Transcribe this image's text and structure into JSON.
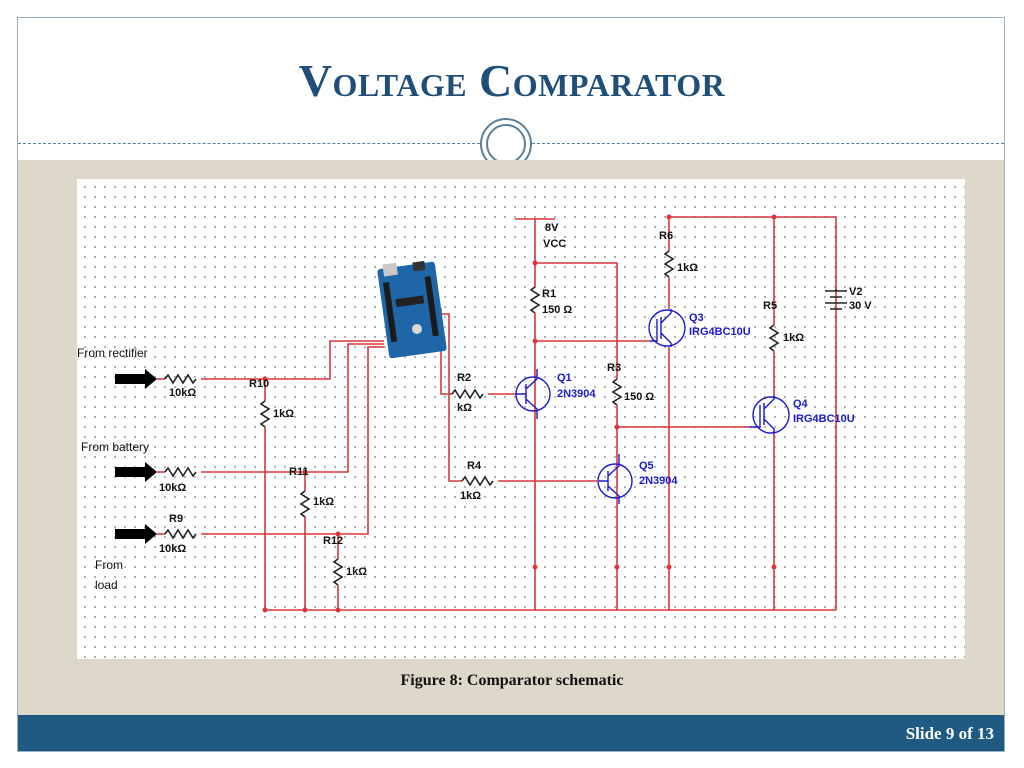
{
  "slide": {
    "title": "Voltage Comparator",
    "caption": "Figure 8: Comparator schematic",
    "slide_number": "Slide 9 of 13",
    "colors": {
      "title": "#1f4e79",
      "footer": "#1f5a82",
      "wire": "#d9363e",
      "component_label": "#1a1acc"
    }
  },
  "schematic": {
    "inputs": {
      "rectifier": "From rectifier",
      "battery": "From battery",
      "load_line1": "From",
      "load_line2": "load"
    },
    "supply": {
      "voltage": "8V",
      "name": "VCC"
    },
    "battery_source": {
      "name": "V2",
      "value": "30 V"
    },
    "resistors": {
      "r_in1": "10kΩ",
      "r_in2": "10kΩ",
      "r9_name": "R9",
      "r9_value": "10kΩ",
      "r10_name": "R10",
      "r10_value": "1kΩ",
      "r11_name": "R11",
      "r11_value": "1kΩ",
      "r12_name": "R12",
      "r12_value": "1kΩ",
      "r1_name": "R1",
      "r1_value": "150 Ω",
      "r2_name": "R2",
      "r2_value": "kΩ",
      "r3_name": "R3",
      "r3_value": "150 Ω",
      "r4_name": "R4",
      "r4_value": "1kΩ",
      "r5_name": "R5",
      "r5_value": "1kΩ",
      "r6_name": "R6",
      "r6_value": "1kΩ"
    },
    "transistors": {
      "q1_name": "Q1",
      "q1_part": "2N3904",
      "q5_name": "Q5",
      "q5_part": "2N3904",
      "q3_name": "Q3",
      "q3_part": "IRG4BC10U",
      "q4_name": "Q4",
      "q4_part": "IRG4BC10U"
    },
    "microcontroller": "arduino-board-icon"
  }
}
